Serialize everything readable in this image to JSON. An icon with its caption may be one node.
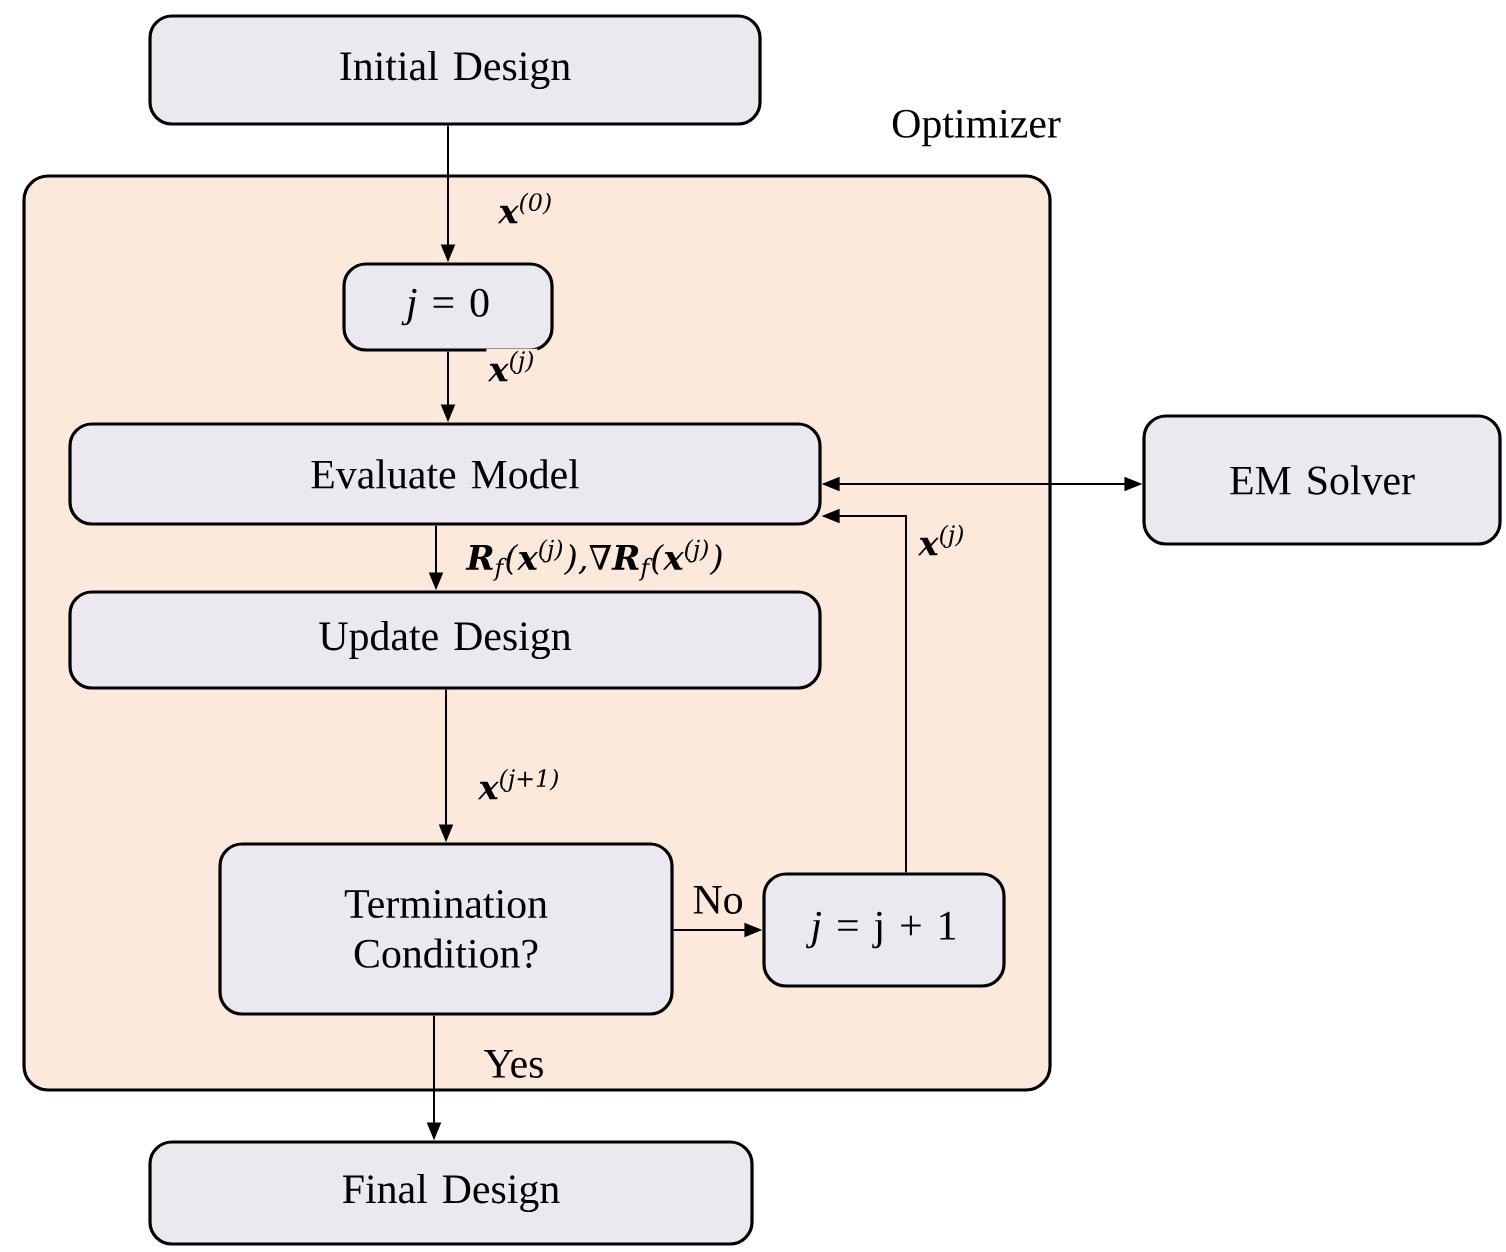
{
  "diagram": {
    "nodes": [
      {
        "text": [
          "Initial Design"
        ]
      },
      {
        "text": [
          "Optimizer"
        ]
      },
      {
        "text": [
          "*j* = 0"
        ],
        "in": 1
      },
      {
        "text": [
          "Evaluate Model"
        ],
        "in": 1
      },
      {
        "text": [
          "Update Design"
        ],
        "in": 1
      },
      {
        "text": [
          "Termination Condition?"
        ],
        "in": 1
      },
      {
        "text": [
          "*j* = j + 1"
        ],
        "in": 1
      },
      {
        "text": [
          "EM Solver"
        ]
      },
      {
        "text": [
          "Final Design"
        ]
      }
    ],
    "edges": [
      {
        "from": 0,
        "to": 2,
        "arrow": "to",
        "label": "**x**$^{(0)}$"
      },
      {
        "from": 2,
        "to": 3,
        "arrow": "to",
        "label": "**x**$^{(j)}$"
      },
      {
        "from": 3,
        "to": 7,
        "arrow": "both"
      },
      {
        "from": 3,
        "to": 4,
        "arrow": "to",
        "label": "**R**$_{f}$(**x**$^{(j)}$),∇**R**$_{f}$(**x**$^{(j)}$)"
      },
      {
        "from": 4,
        "to": 5,
        "arrow": "to",
        "label": "**x**$^{(j+1)}$"
      },
      {
        "from": 5,
        "to": 6,
        "arrow": "to",
        "label": "No"
      },
      {
        "from": 6,
        "to": 3,
        "arrow": "to",
        "label": "**x**$^{(j)}$"
      },
      {
        "from": 5,
        "to": 8,
        "arrow": "to",
        "label": "Yes"
      }
    ]
  }
}
